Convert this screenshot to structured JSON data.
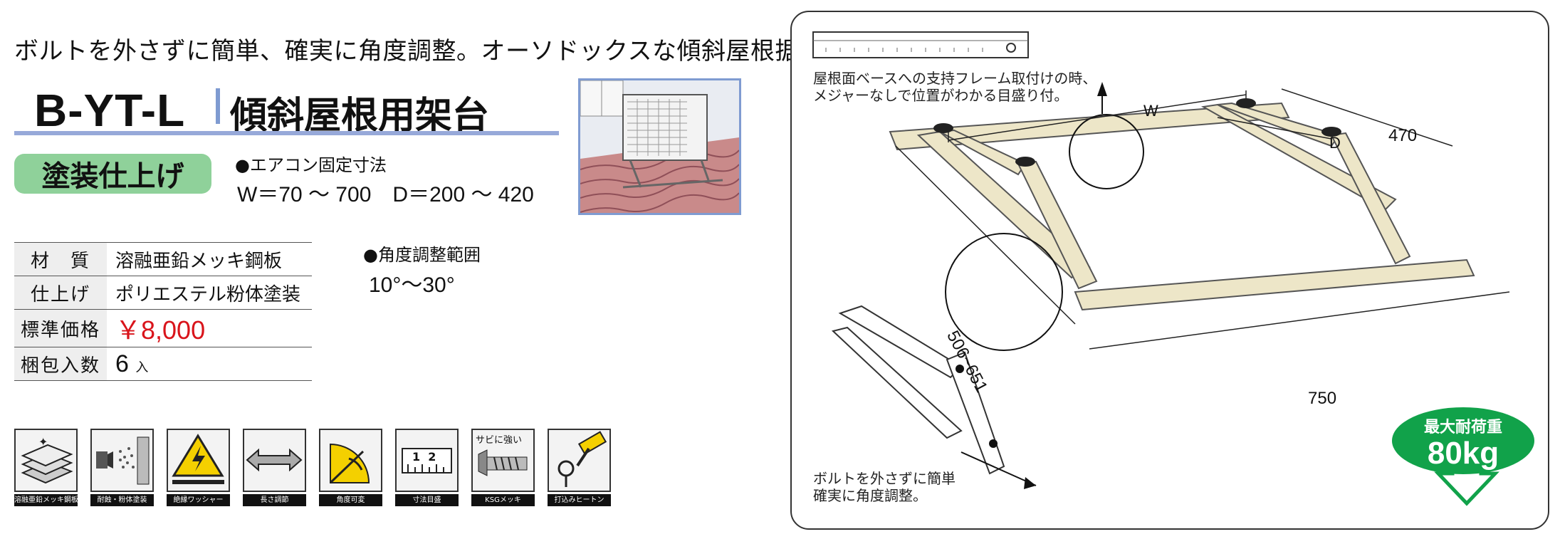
{
  "headline": "ボルトを外さずに簡単、確実に角度調整。オーソドックスな傾斜屋根据付架台。",
  "model": {
    "code": "B-YT-L",
    "name": "傾斜屋根用架台"
  },
  "finish_badge": "塗装仕上げ",
  "fixing_dims": {
    "title": "●エアコン固定寸法",
    "value": "W＝70 ～ 700　D＝200 ～ 420"
  },
  "spec": [
    {
      "key": "材　質",
      "value": "溶融亜鉛メッキ鋼板"
    },
    {
      "key": "仕上げ",
      "value": "ポリエステル粉体塗装"
    },
    {
      "key": "標準価格",
      "value": "￥8,000"
    },
    {
      "key": "梱包入数",
      "value": "6",
      "unit": "入"
    }
  ],
  "angle": {
    "title": "●角度調整範囲",
    "value": "10°～30°"
  },
  "feature_icons": [
    {
      "caption": "溶融亜鉛メッキ鋼板",
      "icon": "stacked-sheets-icon"
    },
    {
      "caption": "耐蝕・粉体塗装",
      "icon": "spray-coating-icon"
    },
    {
      "caption": "絶縁ワッシャー",
      "icon": "electric-warning-icon"
    },
    {
      "caption": "長さ調節",
      "icon": "length-arrow-icon"
    },
    {
      "caption": "角度可変",
      "icon": "angle-gauge-icon"
    },
    {
      "caption": "寸法目盛",
      "icon": "scale-ruler-icon",
      "label": "1  2"
    },
    {
      "caption": "KSGメッキ",
      "icon": "bolt-icon",
      "label": "サビに強い"
    },
    {
      "caption": "打込みヒートン",
      "icon": "hammer-icon"
    }
  ],
  "diagram": {
    "ruler_note_line1": "屋根面ベースへの支持フレーム取付けの時、",
    "ruler_note_line2": "メジャーなしで位置がわかる目盛り付。",
    "label_w": "W",
    "label_d": "D",
    "dim_470": "470",
    "dim_506_651": "506~651",
    "dim_750": "750",
    "bolt_note_line1": "ボルトを外さずに簡単",
    "bolt_note_line2": "確実に角度調整。"
  },
  "max_load": {
    "label": "最大耐荷重",
    "value": "80kg"
  },
  "colors": {
    "accent_blue": "#7f9bd1",
    "finish_green": "#8fd19a",
    "price_red": "#d9141b",
    "load_green": "#11a24a",
    "frame_beige": "#ede6c8"
  }
}
